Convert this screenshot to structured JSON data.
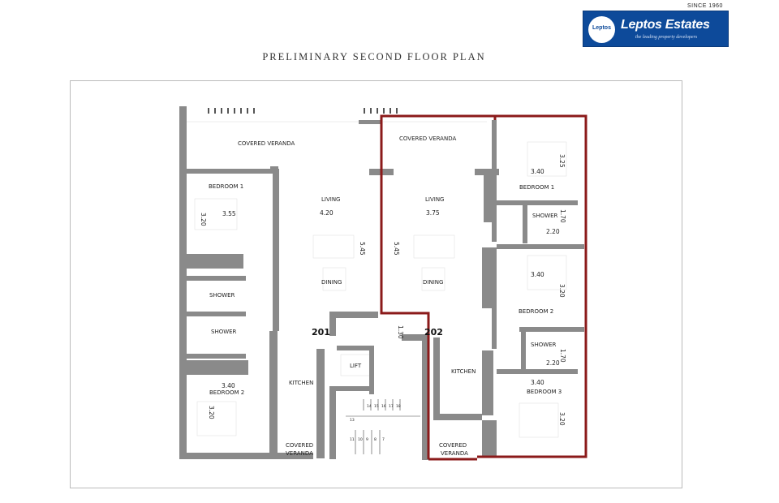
{
  "header": {
    "since": "SINCE 1960",
    "logo_badge": "Leptos",
    "logo_name": "Leptos Estates",
    "logo_tagline": "the leading property developers",
    "title": "PRELIMINARY SECOND FLOOR PLAN"
  },
  "plan": {
    "units": [
      "201",
      "202"
    ],
    "rooms": {
      "veranda_201_top": "COVERED VERANDA",
      "veranda_202_top": "COVERED VERANDA",
      "bedroom1_201": "BEDROOM 1",
      "bedroom1_202": "BEDROOM 1",
      "living_201": "LIVING",
      "living_202": "LIVING",
      "dining_201": "DINING",
      "dining_202": "DINING",
      "shower_201_a": "SHOWER",
      "shower_201_b": "SHOWER",
      "shower_202_a": "SHOWER",
      "shower_202_b": "SHOWER",
      "bedroom2_201": "BEDROOM 2",
      "bedroom2_202": "BEDROOM 2",
      "bedroom3_202": "BEDROOM 3",
      "kitchen_201": "KITCHEN",
      "kitchen_202": "KITCHEN",
      "lift": "LIFT",
      "veranda_201_bottom_1": "COVERED",
      "veranda_201_bottom_2": "VERANDA",
      "veranda_202_bottom_1": "COVERED",
      "veranda_202_bottom_2": "VERANDA"
    },
    "dims": {
      "b1_201_w": "3.55",
      "b1_201_h": "3.20",
      "living_201_w": "4.20",
      "living_201_h": "5.45",
      "living_202_w": "3.75",
      "living_202_h": "5.45",
      "b1_202_w": "3.40",
      "b1_202_h": "3.25",
      "shower_202a_h": "1.70",
      "shower_202a_w": "2.20",
      "b2_202_w": "3.40",
      "b2_202_h": "3.20",
      "shower_202b_h": "1.70",
      "shower_202b_w": "2.20",
      "b3_202_w": "3.40",
      "b3_202_h": "3.20",
      "b2_201_w": "3.40",
      "b2_201_h": "3.20",
      "corridor": "1.30"
    },
    "stairs_top": [
      "14",
      "15",
      "16",
      "17",
      "18"
    ],
    "stairs_mid": "13",
    "stairs_bottom": [
      "11",
      "10",
      "9",
      "8",
      "7"
    ]
  }
}
